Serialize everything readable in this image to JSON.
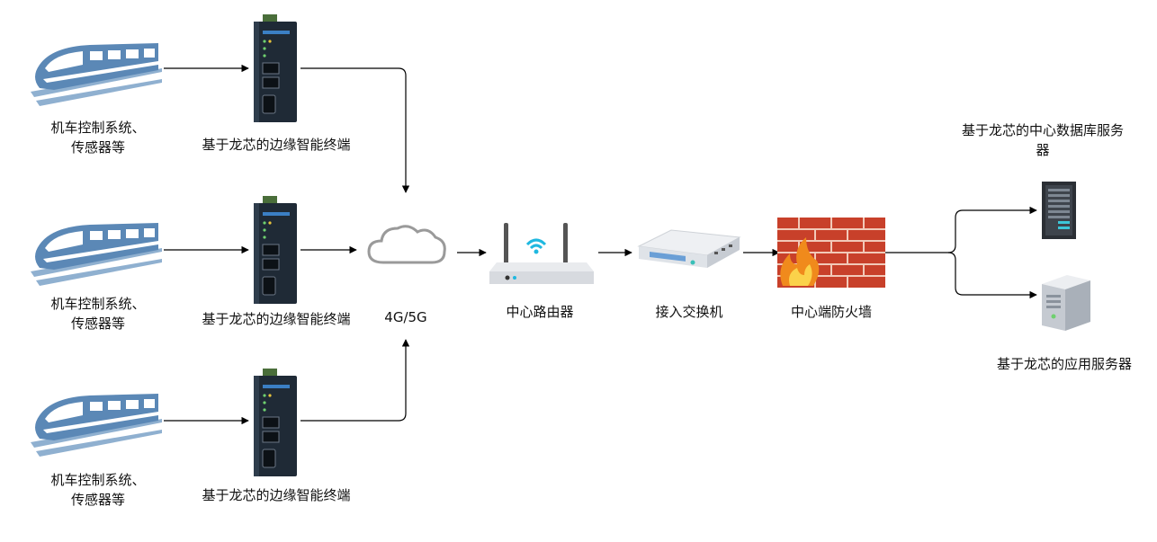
{
  "locomotive": {
    "label_1": "机车控制系统、传感器等",
    "label_2": "机车控制系统、传感器等",
    "label_3": "机车控制系统、传感器等"
  },
  "edge_terminal": {
    "label_1": "基于龙芯的边缘智能终端",
    "label_2": "基于龙芯的边缘智能终端",
    "label_3": "基于龙芯的边缘智能终端"
  },
  "network": {
    "label": "4G/5G"
  },
  "router": {
    "label": "中心路由器"
  },
  "switch": {
    "label": "接入交换机"
  },
  "firewall": {
    "label": "中心端防火墙"
  },
  "db_server": {
    "label": "基于龙芯的中心数据库服务器"
  },
  "app_server": {
    "label": "基于龙芯的应用服务器"
  },
  "colors": {
    "train_blue": "#5b88b6",
    "terminal_dark": "#1f2a36",
    "cloud_gray": "#9a9a9a",
    "wifi_cyan": "#1fb8e0",
    "firewall_red": "#c8402a"
  }
}
